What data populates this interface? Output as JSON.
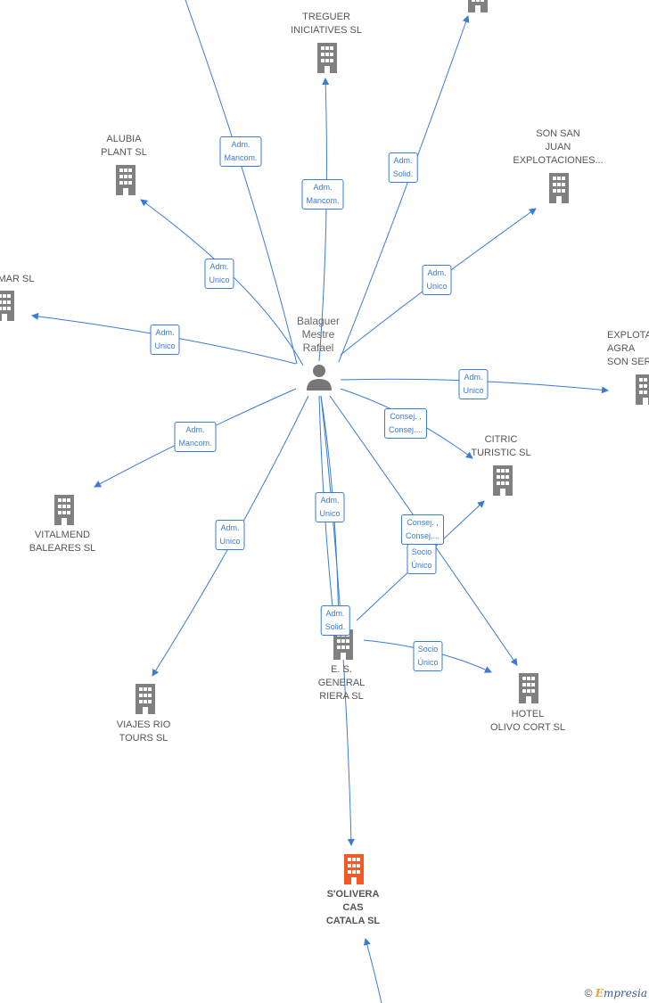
{
  "center": {
    "name": "Balaguer\nMestre\nRafael"
  },
  "nodes": {
    "treguer": "TREGUER\nINICIATIVES SL",
    "alubia": "ALUBIA\nPLANT SL",
    "son_san_juan": "SON SAN\nJUAN\nEXPLOTACIONES...",
    "mar": "MAR SL",
    "explota": "EXPLOTA\nAGRA\nSON SER",
    "citric": "CITRIC\nTURISTIC SL",
    "vitalmend": "VITALMEND\nBALEARES SL",
    "es_general": "E. S.\nGENERAL\nRIERA SL",
    "viajes": "VIAJES RIO\nTOURS SL",
    "hotel": "HOTEL\nOLIVO CORT SL",
    "solivera": "S'OLIVERA\nCAS\nCATALA SL"
  },
  "edges": {
    "top_left": "Adm.\nMancom.",
    "treguer": "Adm.\nMancom.",
    "top_right": "Adm.\nSolid.",
    "alubia": "Adm.\nUnico",
    "son_san_juan": "Adm.\nUnico",
    "mar": "Adm.\nUnico",
    "explota": "Adm.\nUnico",
    "citric": "Consej. ,\nConsej....",
    "vitalmend": "Adm.\nMancom.",
    "es_general_1": "Adm.\nUnico",
    "viajes": "Adm.\nUnico",
    "hotel": "Consej. ,\nConsej....",
    "citric_socio": "Socio\nÚnico",
    "es_general_2": "Adm.\nSolid.",
    "hotel_socio": "Socio\nÚnico"
  },
  "colors": {
    "edge": "#3a7bd5",
    "building": "#808080",
    "focus_building": "#f05a28"
  },
  "copyright": {
    "symbol": "©",
    "brand_first": "E",
    "brand_rest": "mpresia"
  }
}
